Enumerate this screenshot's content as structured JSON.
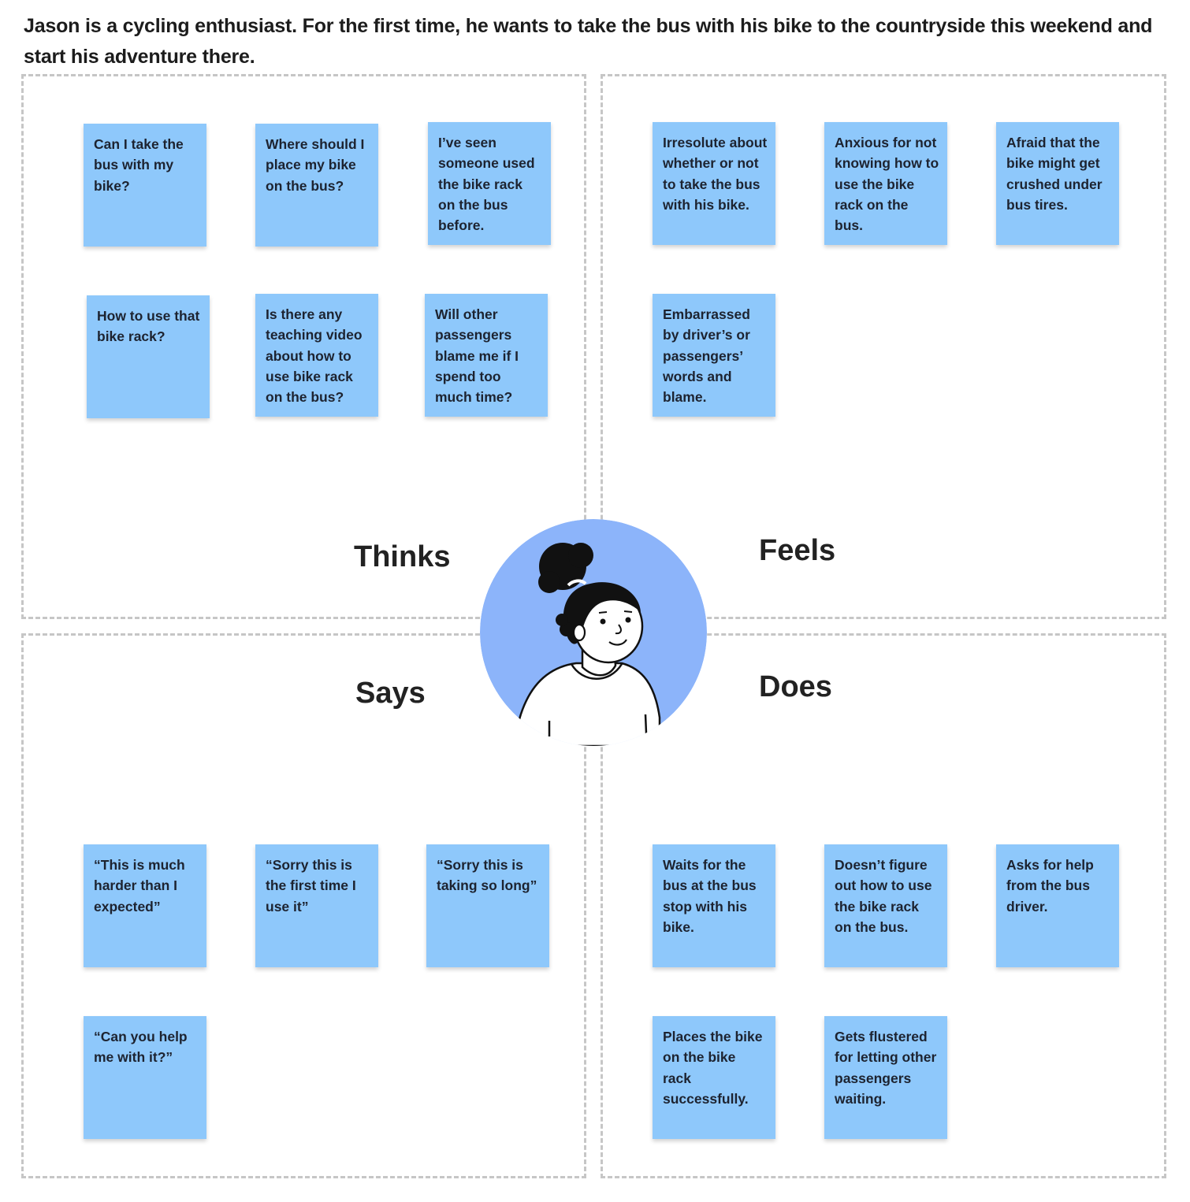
{
  "intro": "Jason is a cycling enthusiast. For the first time, he wants to take the bus with his bike to the countryside this weekend and start his adventure there.",
  "colors": {
    "note": "#8ec8fb",
    "avatar_circle": "#8cb4fa",
    "border": "#c6c6c6"
  },
  "quadrants": {
    "thinks": {
      "label": "Thinks",
      "notes": [
        "Can I take the bus with my bike?",
        "Where should I place my bike on the bus?",
        "I’ve seen someone used the bike rack on the bus before.",
        "How to use that bike rack?",
        "Is there any teaching video about how to use bike rack on the bus?",
        "Will other passengers blame me if I spend too much time?"
      ]
    },
    "feels": {
      "label": "Feels",
      "notes": [
        "Irresolute about whether or not to take the bus with his bike.",
        "Anxious for not knowing how to use the bike rack on the bus.",
        "Afraid that the bike might get crushed under bus tires.",
        "Embarrassed by driver’s or passengers’ words and blame."
      ]
    },
    "says": {
      "label": "Says",
      "notes": [
        "“This is much harder than I expected”",
        "“Sorry this is the first time I use it”",
        "“Sorry this is taking so long”",
        "“Can you help me with it?”"
      ]
    },
    "does": {
      "label": "Does",
      "notes": [
        "Waits for the bus at the bus stop with his bike.",
        "Doesn’t figure out how to use the bike rack on the bus.",
        "Asks for help from the bus driver.",
        "Places the bike on the bike rack successfully.",
        "Gets flustered for letting other passengers waiting."
      ]
    }
  }
}
